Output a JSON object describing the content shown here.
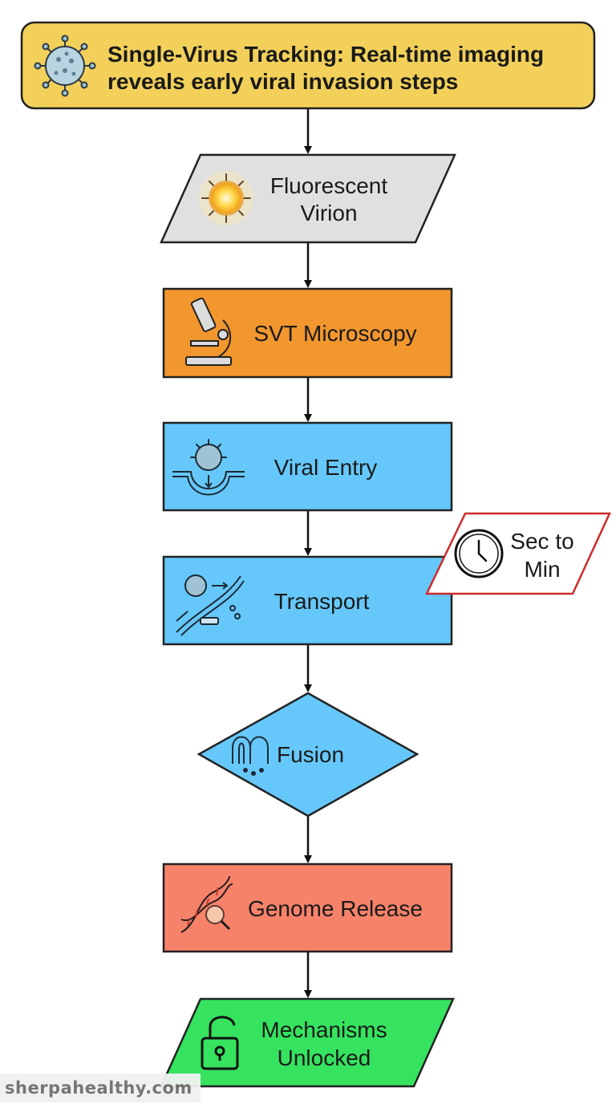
{
  "title": {
    "line1": "Single-Virus Tracking: Real-time imaging",
    "line2": "reveals early viral invasion steps"
  },
  "steps": [
    {
      "lines": [
        "Fluorescent",
        "Virion"
      ],
      "icon": "glowing-virion-icon"
    },
    {
      "lines": [
        "SVT Microscopy"
      ],
      "icon": "microscope-icon"
    },
    {
      "lines": [
        "Viral Entry"
      ],
      "icon": "virus-endocytosis-icon"
    },
    {
      "lines": [
        "Transport"
      ],
      "icon": "virus-transport-icon"
    },
    {
      "lines": [
        "Fusion"
      ],
      "icon": "membrane-fusion-icon"
    },
    {
      "lines": [
        "Genome Release"
      ],
      "icon": "dna-magnifier-icon"
    },
    {
      "lines": [
        "Mechanisms",
        "Unlocked"
      ],
      "icon": "unlocked-padlock-icon"
    }
  ],
  "side_note": {
    "lines": [
      "Sec to",
      "Min"
    ],
    "icon": "clock-icon"
  },
  "colors": {
    "title_fill": "#f2d05a",
    "virion_fill": "#e0e0e0",
    "microscopy_fill": "#f2962e",
    "blue_fill": "#66c8fa",
    "genome_fill": "#f7826a",
    "unlocked_fill": "#35e35f",
    "note_border": "#cc2b2b"
  },
  "watermark": "sherpahealthy.com"
}
